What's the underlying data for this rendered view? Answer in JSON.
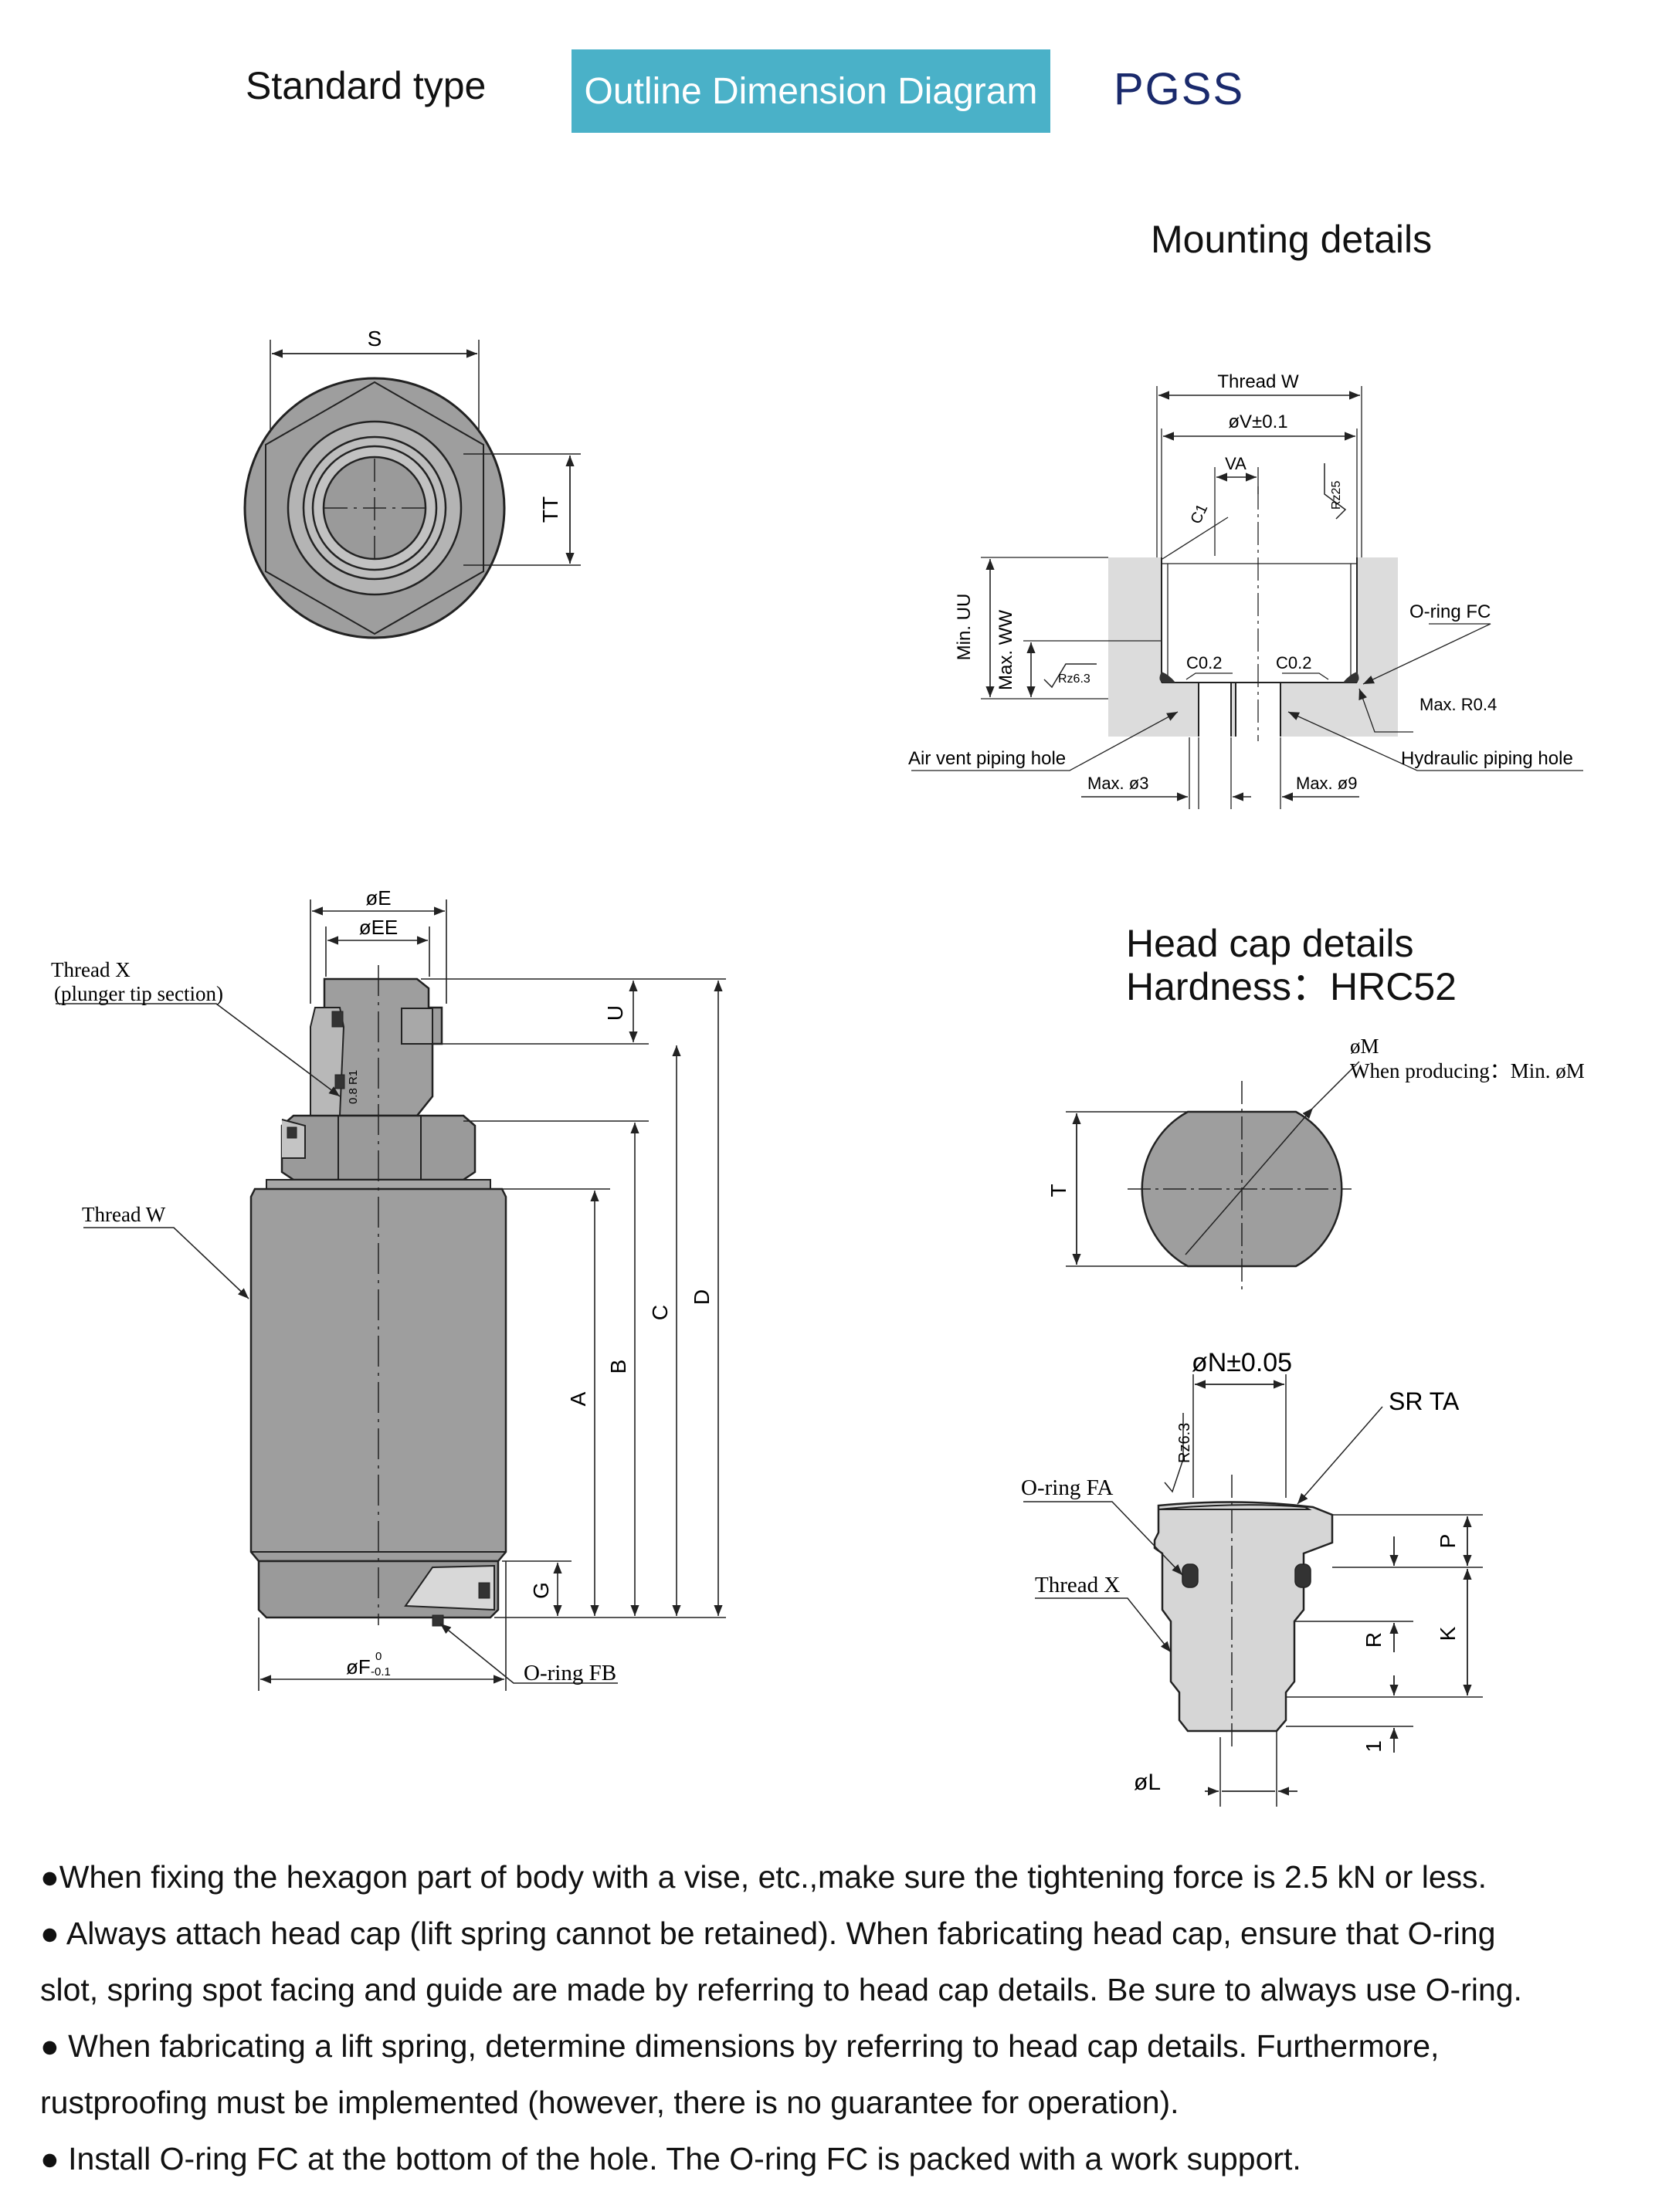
{
  "header": {
    "type_label": "Standard type",
    "diagram_button": "Outline Dimension Diagram",
    "model": "PGSS"
  },
  "sections": {
    "mounting": "Mounting details",
    "head_cap": "Head cap details",
    "hardness": "Hardness：HRC52"
  },
  "top_view": {
    "s": "S",
    "tt": "TT"
  },
  "side_view": {
    "phi_e": "øE",
    "phi_ee": "øEE",
    "thread_x": "Thread X",
    "plunger_tip": "(plunger tip section)",
    "thread_w": "Thread W",
    "phi_f": "øF",
    "tol_f_upper": "0",
    "tol_f_lower": "-0.1",
    "oring_fb": "O-ring FB",
    "u": "U",
    "a": "A",
    "b": "B",
    "c": "C",
    "d": "D",
    "g": "G",
    "tip_mark": "0.8 R1"
  },
  "mounting": {
    "thread_w": "Thread W",
    "phi_v": "øV±0.1",
    "va": "VA",
    "c1": "C1",
    "rz25": "Rz25",
    "min_uu": "Min. UU",
    "max_ww": "Max. WW",
    "rz63": "Rz6.3",
    "c02_left": "C0.2",
    "c02_right": "C0.2",
    "oring_fc": "O-ring FC",
    "max_r04": "Max. R0.4",
    "air_vent": "Air vent piping hole",
    "hydraulic": "Hydraulic piping hole",
    "max_phi3": "Max. ø3",
    "max_phi9": "Max. ø9"
  },
  "head_cap": {
    "phi_m": "øM",
    "when_producing": "When producing：Min. øM",
    "t": "T",
    "phi_n": "øN±0.05",
    "sr_ta": "SR TA",
    "rz63": "Rz6.3",
    "oring_fa": "O-ring FA",
    "thread_x": "Thread X",
    "p": "P",
    "r": "R",
    "k": "K",
    "one": "1",
    "phi_l": "øL"
  },
  "notes": [
    "●When fixing the hexagon part of body with a vise, etc.,make sure the tightening force is 2.5 kN or less.",
    "● Always attach head cap (lift spring cannot be retained). When fabricating head cap, ensure that O-ring",
    "slot, spring spot facing and guide are made by referring to head cap details. Be sure to always use O-ring.",
    "● When fabricating a lift spring, determine dimensions by referring to head cap details. Furthermore,",
    "rustproofing  must be implemented (however, there is no guarantee for operation).",
    "● Install O-ring FC at the bottom of the hole. The O-ring FC is packed with a work support."
  ]
}
